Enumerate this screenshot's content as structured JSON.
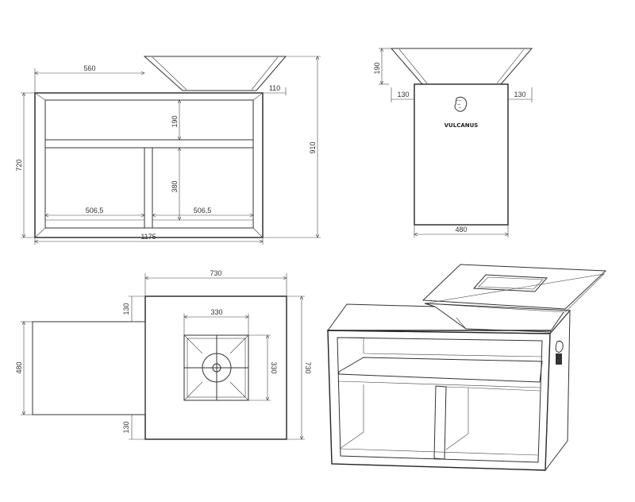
{
  "brand": {
    "logo_text": "VULCANUS"
  },
  "front_view": {
    "dims": {
      "left_offset": "560",
      "bowl_overhang": "110",
      "body_height": "720",
      "total_height": "910",
      "shelf_height": "190",
      "compartment_height": "380",
      "left_compartment_width": "506,5",
      "right_compartment_width": "506,5",
      "total_width": "1175"
    }
  },
  "side_view": {
    "dims": {
      "bowl_height": "190",
      "left_overhang": "130",
      "right_overhang": "130",
      "depth": "480"
    }
  },
  "top_view": {
    "dims": {
      "top_width": "730",
      "top_depth": "730",
      "grate_width": "330",
      "grate_depth": "330",
      "left_gap": "130",
      "body_depth": "480",
      "bottom_gap": "130"
    }
  },
  "iso_view": {}
}
